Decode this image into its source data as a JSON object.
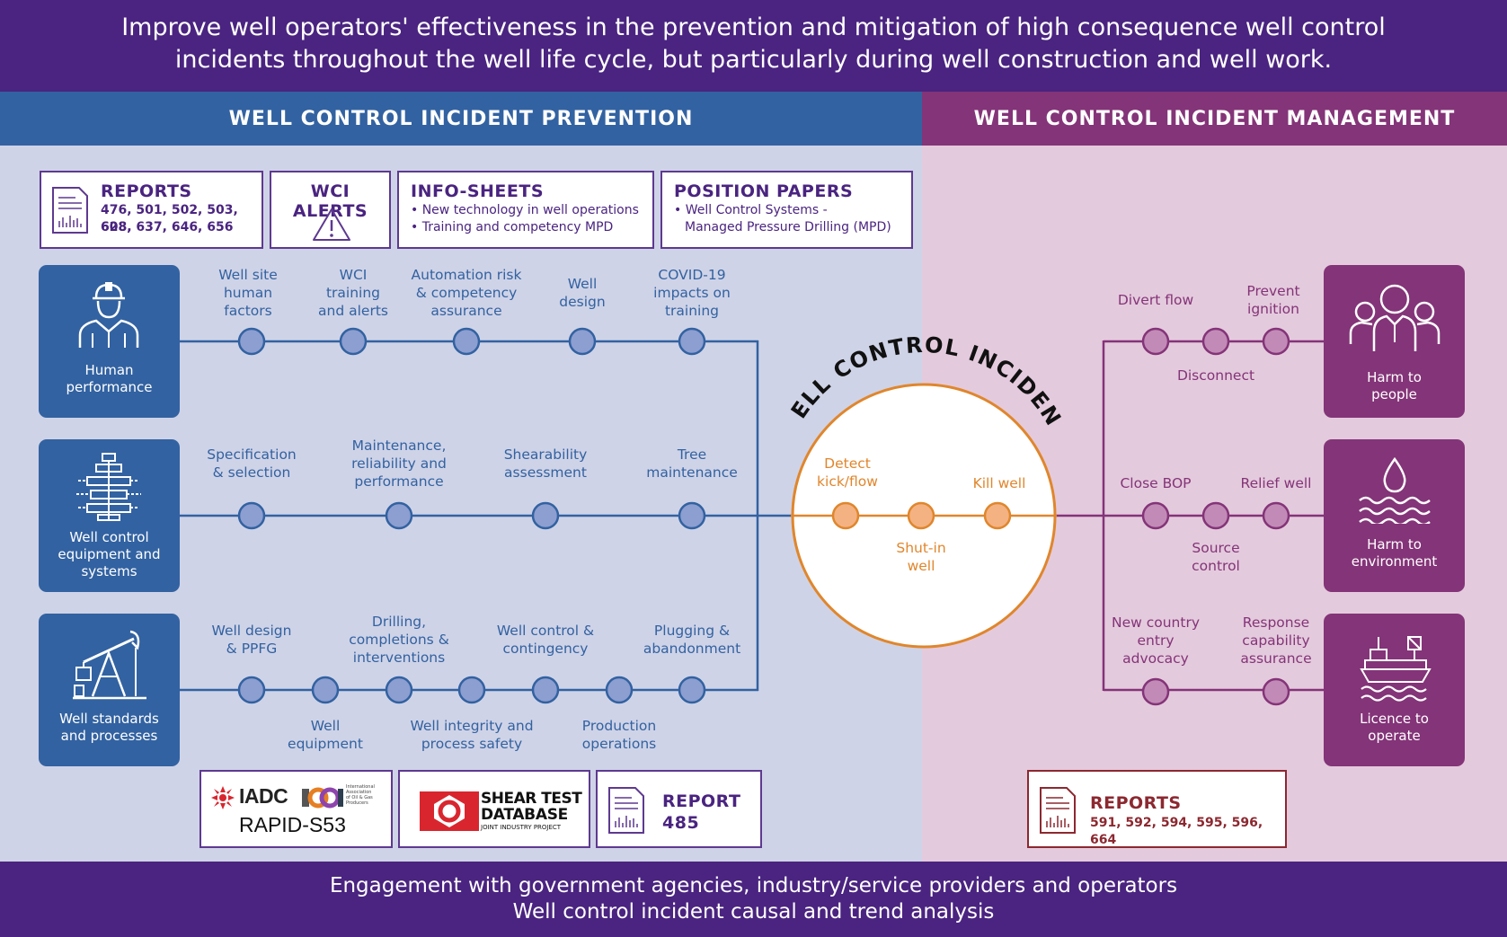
{
  "header": {
    "line1": "Improve well operators' effectiveness in the prevention and mitigation of high consequence well control",
    "line2": "incidents throughout the well life cycle, but particularly during well construction and well work."
  },
  "sections": {
    "prevention": "WELL CONTROL INCIDENT PREVENTION",
    "management": "WELL CONTROL INCIDENT MANAGEMENT"
  },
  "documents": {
    "reports": {
      "title": "REPORTS",
      "line1": "476, 501, 502, 503, 608,",
      "line2": "628, 637, 646, 656"
    },
    "wci_alerts": {
      "title": "WCI ALERTS"
    },
    "info_sheets": {
      "title": "INFO-SHEETS",
      "items": [
        "• New technology in well operations",
        "• Training and competency MPD"
      ]
    },
    "position_papers": {
      "title": "POSITION PAPERS",
      "line1": "• Well Control Systems -",
      "line2": "Managed Pressure Drilling (MPD)"
    }
  },
  "left_boxes": [
    {
      "label1": "Human",
      "label2": "performance",
      "icon": "worker-icon"
    },
    {
      "label1": "Well control",
      "label2": "equipment and",
      "label3": "systems",
      "icon": "bop-stack-icon"
    },
    {
      "label1": "Well standards",
      "label2": "and processes",
      "icon": "pumpjack-icon"
    }
  ],
  "right_boxes": [
    {
      "label1": "Harm to",
      "label2": "people",
      "icon": "people-icon"
    },
    {
      "label1": "Harm to",
      "label2": "environment",
      "icon": "water-drop-icon"
    },
    {
      "label1": "Licence to",
      "label2": "operate",
      "icon": "offshore-rig-icon"
    }
  ],
  "row1": {
    "nodes": [
      "Well site\nhuman\nfactors",
      "WCI\ntraining\nand alerts",
      "Automation risk\n& competency\nassurance",
      "Well\ndesign",
      "COVID-19\nimpacts on\ntraining"
    ]
  },
  "row2": {
    "nodes": [
      "Specification\n& selection",
      "Maintenance,\nreliability and\nperformance",
      "Shearability\nassessment",
      "Tree\nmaintenance"
    ]
  },
  "row3": {
    "above": [
      "Well design\n& PPFG",
      "Drilling,\ncompletions &\ninterventions",
      "Well control &\ncontingency",
      "Plugging &\nabandonment"
    ],
    "below": [
      "Well\nequipment",
      "Well integrity and\nprocess safety",
      "Production\noperations"
    ]
  },
  "incident": {
    "title": "WELL CONTROL INCIDENT",
    "detect": "Detect\nkick/flow",
    "shutin": "Shut-in\nwell",
    "kill": "Kill well"
  },
  "mgmt_row1": {
    "divert": "Divert flow",
    "prevent": "Prevent\nignition",
    "disconnect": "Disconnect"
  },
  "mgmt_row2": {
    "close": "Close BOP",
    "relief": "Relief well",
    "source": "Source\ncontrol"
  },
  "mgmt_row3": {
    "new_country": "New country\nentry\nadvocacy",
    "response": "Response\ncapability\nassurance"
  },
  "bottom_docs": {
    "iadc": "IADC",
    "rapid": "RAPID-S53",
    "iogp_small": "International\nAssociation\nof Oil & Gas\nProducers",
    "shear1": "SHEAR TEST",
    "shear2": "DATABASE",
    "shear3": "JOINT INDUSTRY PROJECT",
    "report485_title": "REPORT",
    "report485_num": "485",
    "reports_right_title": "REPORTS",
    "reports_right_nums": "591, 592, 594, 595, 596, 664"
  },
  "footer": {
    "line1": "Engagement with government agencies, industry/service providers and operators",
    "line2": "Well control incident causal and trend analysis"
  },
  "colors": {
    "purple_dark": "#4a2480",
    "blue": "#3262a1",
    "magenta": "#843478",
    "orange": "#e0862c",
    "node_blue": "#8d9ed0",
    "node_purple": "#c28bb7",
    "node_orange": "#f4b282"
  }
}
